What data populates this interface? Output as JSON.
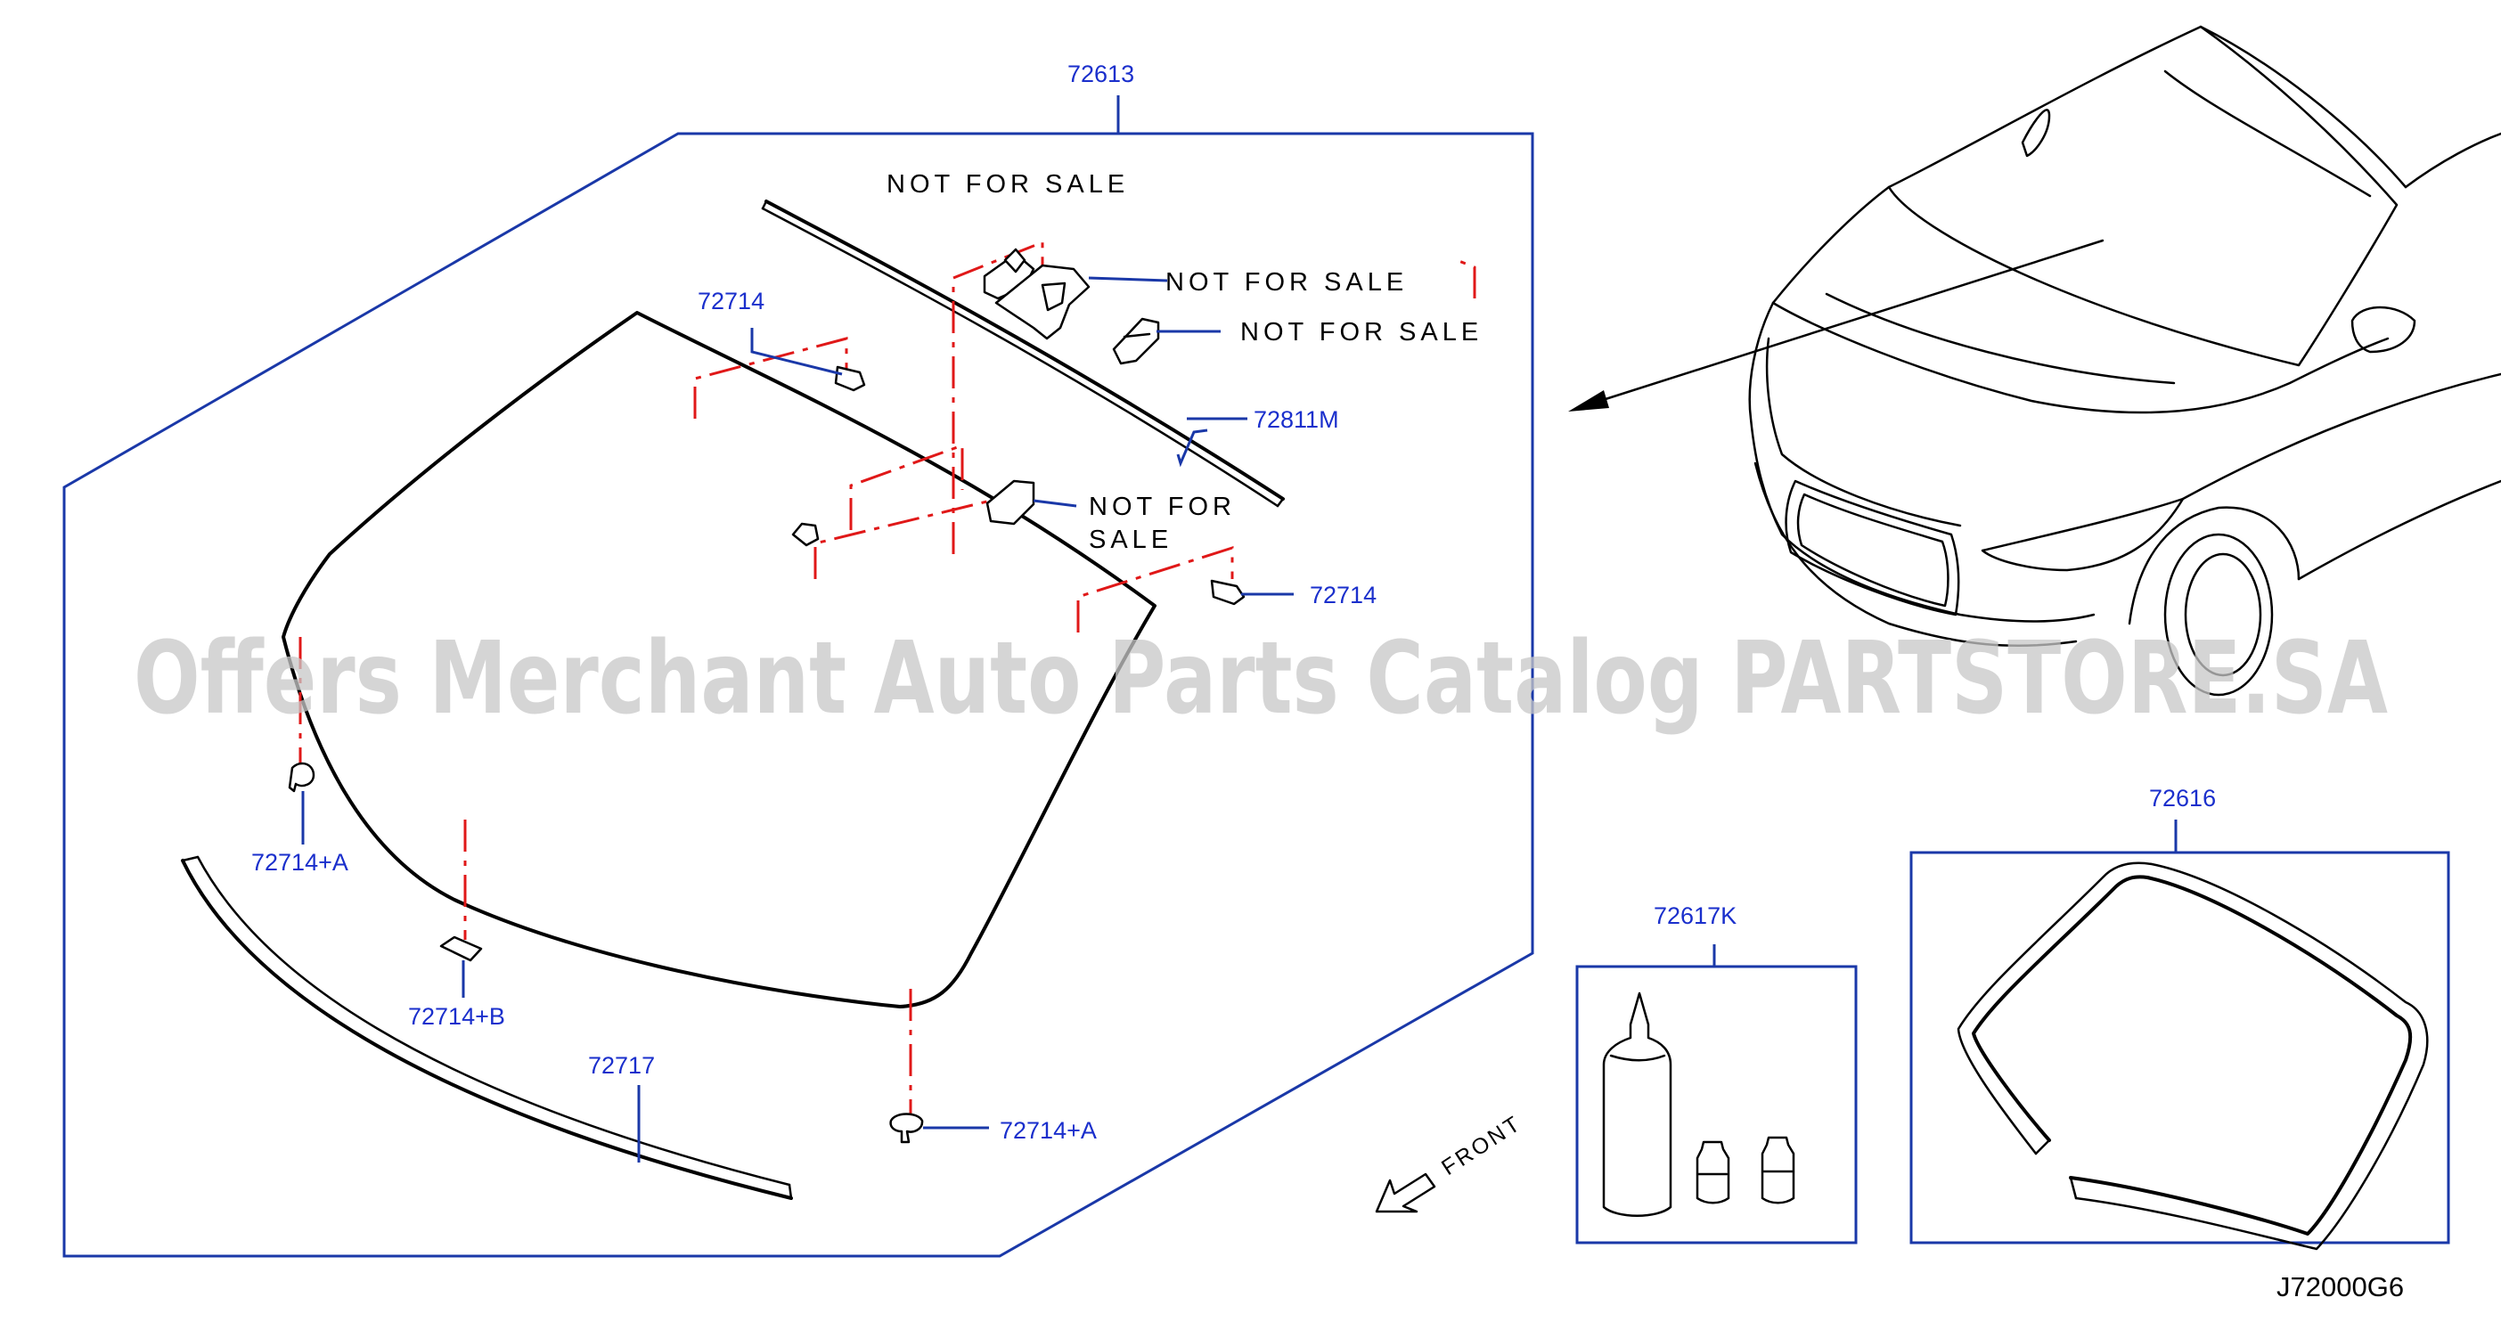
{
  "watermark": "Offers Merchant Auto Parts Catalog PARTSTORE.SA",
  "diagram_code": "J72000G6",
  "front_label": "FRONT",
  "labels": {
    "p72613": "72613",
    "p72811m": "72811M",
    "p72714_top": "72714",
    "p72714_right": "72714",
    "p72714a_left": "72714+A",
    "p72714b": "72714+B",
    "p72714a_bottom": "72714+A",
    "p72717": "72717",
    "p72617k": "72617K",
    "p72616": "72616"
  },
  "not_for_sale": {
    "top": "NOT  FOR  SALE",
    "mid1": "NOT  FOR  SALE",
    "mid2": "NOT  FOR  SALE",
    "low_line1": "NOT  FOR",
    "low_line2": "SALE"
  }
}
